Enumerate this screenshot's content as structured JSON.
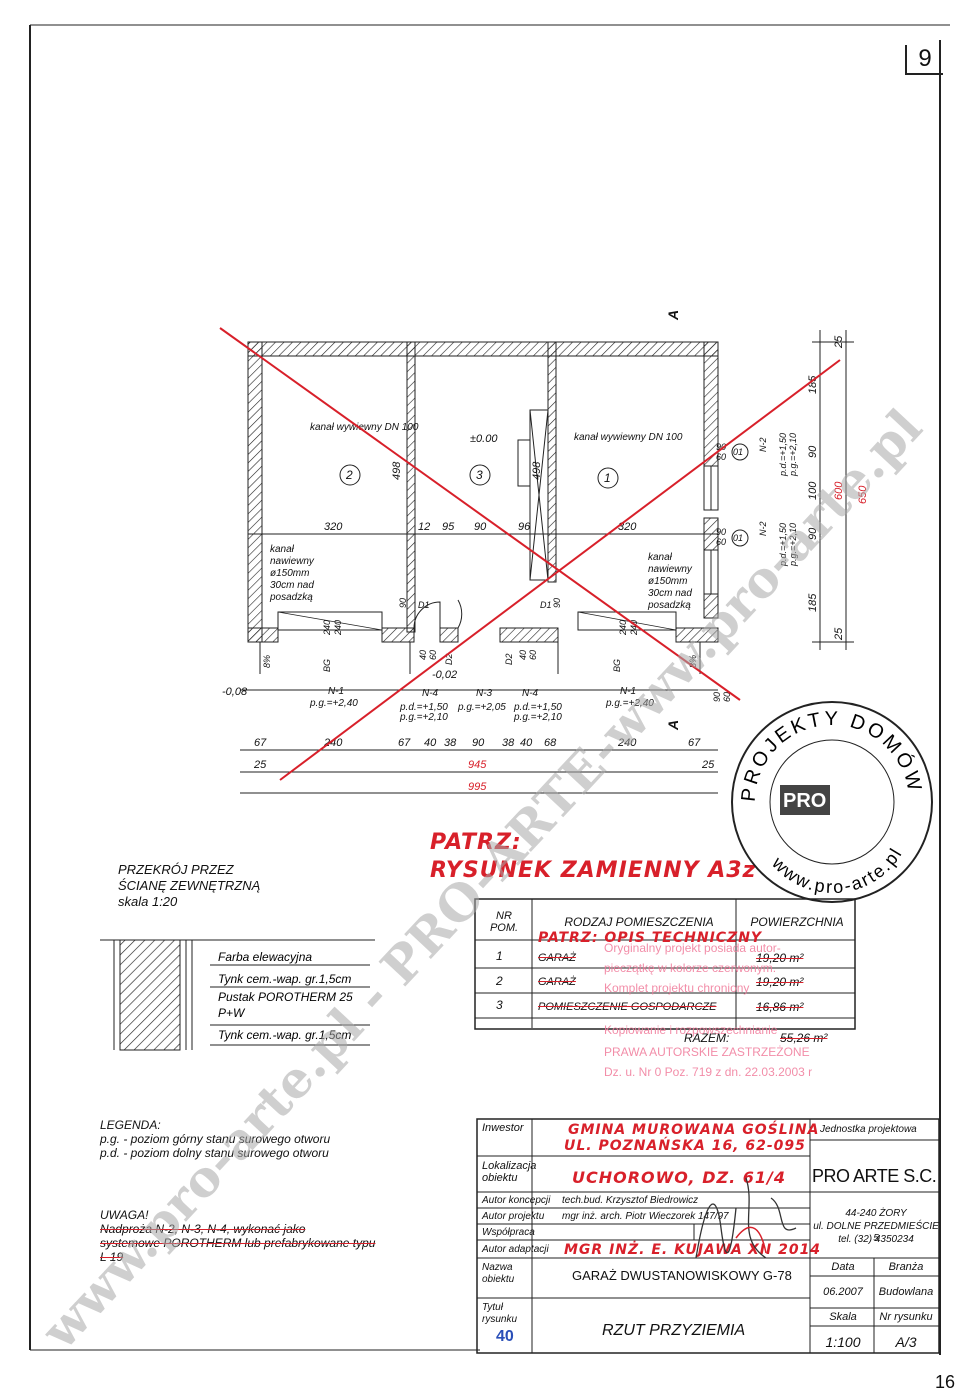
{
  "page_number_top": "9",
  "page_number_bottom": "16",
  "watermark_diagonal": "www.pro-arte.pl - PRO-ARTE-www.pro-arte.pl",
  "plan": {
    "rooms": [
      "1",
      "2",
      "3"
    ],
    "vent_labels": [
      "kanał wywiewny DN 100",
      "kanał wywiewny DN 100"
    ],
    "vent_note_left": [
      "kanał",
      "nawiewny",
      "ø150mm",
      "30cm nad",
      "posadzką"
    ],
    "vent_note_right": [
      "kanał",
      "nawiewny",
      "ø150mm",
      "30cm nad",
      "posadzką"
    ],
    "level_000": "±0.00",
    "level_002": "-0,02",
    "level_008": "-0,08",
    "dims_vertical": [
      "498",
      "498"
    ],
    "dims_row_top": [
      "320",
      "12",
      "95",
      "90",
      "96",
      "320"
    ],
    "lintel_labels": [
      {
        "code": "N-1",
        "pg": "p.g.=+2,40"
      },
      {
        "code": "N-4",
        "pd": "p.d.=+1,50",
        "pg": "p.g.=+2,10"
      },
      {
        "code": "N-3",
        "pg": "p.g.=+2,05"
      },
      {
        "code": "N-4",
        "pd": "p.d.=+1,50",
        "pg": "p.g.=+2,10"
      },
      {
        "code": "N-1",
        "pg": "p.g.=+2,40"
      }
    ],
    "dims_bottom_1": [
      "67",
      "240",
      "67",
      "40",
      "38",
      "90",
      "38",
      "40",
      "68",
      "240",
      "67"
    ],
    "dims_bottom_2": [
      "25",
      "945",
      "25"
    ],
    "dims_bottom_3": "995",
    "dims_right": [
      "25",
      "185",
      "90",
      "100",
      "600",
      "90",
      "185",
      "25"
    ],
    "dims_right_red": [
      "650"
    ],
    "right_levels": [
      {
        "code": "N-2",
        "pd": "p.d.=+1,50",
        "pg": "p.g.=+2,10"
      },
      {
        "code": "N-2",
        "pd": "p.d.=+1,50",
        "pg": "p.g.=+2,10"
      }
    ],
    "window_marks": [
      "01",
      "01"
    ],
    "window_sizes": [
      "90",
      "60",
      "90",
      "60",
      "90",
      "60"
    ],
    "door_marks": [
      "D1",
      "D1",
      "D2",
      "D2"
    ],
    "door_sizes": [
      "90",
      "40",
      "60",
      "40",
      "60",
      "90"
    ],
    "gate_marks": [
      "BG",
      "BG"
    ],
    "gate_sizes": [
      "240",
      "240",
      "240",
      "240"
    ],
    "slope": [
      "8%",
      "8%"
    ],
    "section_marks": [
      "A",
      "A"
    ]
  },
  "handwritten_note": [
    "PATRZ:",
    "RYSUNEK ZAMIENNY A3z"
  ],
  "section_title": [
    "PRZEKRÓJ PRZEZ",
    "ŚCIANĘ ZEWNĘTRZNĄ",
    "skala 1:20"
  ],
  "wall_layers": [
    "Farba elewacyjna",
    "Tynk cem.-wap. gr.1,5cm",
    "Pustak POROTHERM 25",
    "P+W",
    "Tynk cem.-wap. gr.1,5cm"
  ],
  "stamp_circle": {
    "top": "PROJEKTY DOMÓW",
    "logo": "PRO ARTE",
    "bottom": "www.pro-arte.pl"
  },
  "room_table": {
    "headers": [
      "NR POM.",
      "RODZAJ POMIESZCZENIA",
      "POWIERZCHNIA"
    ],
    "handwritten": "PATRZ: OPIS TECHNICZNY",
    "rows": [
      {
        "nr": "1",
        "name": "GARAŻ",
        "area": "19,20 m²"
      },
      {
        "nr": "2",
        "name": "GARAŻ",
        "area": "19,20 m²"
      },
      {
        "nr": "3",
        "name": "POMIESZCZENIE GOSPODARCZE",
        "area": "16,86 m²"
      }
    ],
    "total_label": "RAZEM:",
    "total_value": "55,26 m²"
  },
  "pink_stamp": [
    "Oryginalny projekt posiada autor-",
    "pieczątkę w kolorze czerwonym.",
    "Komplet projektu chroniony",
    "Kopiowanie i rozpowszechnianie",
    "PRAWA AUTORSKIE ZASTRZEŻONE",
    "Dz. u. Nr 0 Poz. 719 z dn. 22.03.2003 r"
  ],
  "legend": {
    "title": "LEGENDA:",
    "items": [
      "p.g. - poziom górny stanu surowego otworu",
      "p.d. - poziom dolny stanu surowego otworu"
    ]
  },
  "note": {
    "title": "UWAGA!",
    "lines": [
      "Nadproża N-2, N-3, N-4, wykonać jako",
      "systemowe POROTHERM lub prefabrykowane typu",
      "L 19"
    ]
  },
  "title_block": {
    "investor_label": "Inwestor",
    "investor_value": [
      "GMINA MUROWANA GOŚLINA",
      "UL. POZNAŃSKA 16, 62-095"
    ],
    "location_label": "Lokalizacja obiektu",
    "location_value": "UCHOROWO, DZ. 61/4",
    "concept_label": "Autor koncepcji",
    "concept_value": "tech.bud. Krzysztof Biedrowicz",
    "project_label": "Autor projektu",
    "project_value": "mgr inż. arch. Piotr Wieczorek",
    "project_license": "147/97",
    "cooperation_label": "Współpraca",
    "adaptation_label": "Autor adaptacji",
    "adaptation_value": "MGR INŻ. E. KUJAWA",
    "adaptation_date": "XII 2014",
    "object_label": "Nazwa obiektu",
    "object_value": "GARAŻ DWUSTANOWISKOWY G-78",
    "drawing_label": "Tytuł rysunku",
    "drawing_number_hand": "40",
    "drawing_value": "RZUT PRZYZIEMIA",
    "unit_label": "Jednostka projektowa",
    "company": "PRO ARTE S.C.",
    "address": [
      "44-240 ŻORY",
      "ul. DOLNE PRZEDMIEŚCIE 5",
      "tel. (32) 4350234"
    ],
    "date_label": "Data",
    "branch_label": "Branża",
    "date_value": "06.2007",
    "branch_value": "Budowlana",
    "scale_label": "Skala",
    "number_label": "Nr rysunku",
    "scale_value": "1:100",
    "number_value": "A/3"
  }
}
